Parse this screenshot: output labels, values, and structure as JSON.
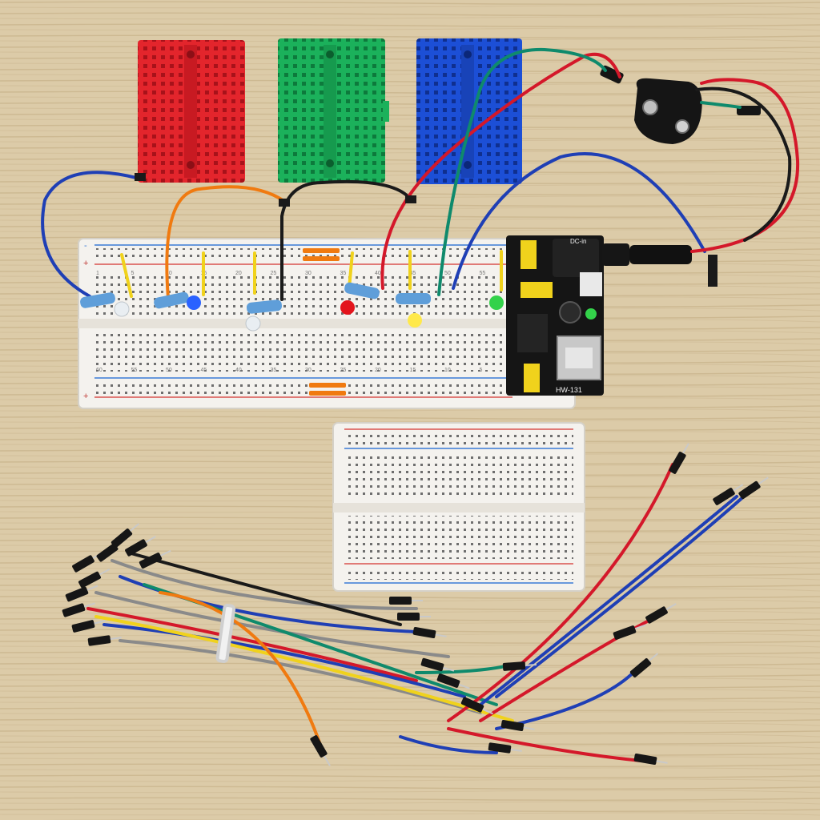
{
  "photo": {
    "colors": {
      "table": "#dccba8",
      "table_grain": "#c9b58f",
      "mini_red": "#e3252c",
      "mini_green": "#1bb15b",
      "mini_blue": "#1c4fd6",
      "breadboard": "#f4f2ee",
      "rail_red": "#d9534f",
      "rail_blue": "#3a7bd5",
      "module": "#151515",
      "wire_red": "#d4182a",
      "wire_blue": "#1f3fb5",
      "wire_green": "#0f8a6c",
      "wire_orange": "#f07a10",
      "wire_black": "#1a1a1a",
      "wire_gray": "#8a8a8a",
      "wire_yellow": "#f0d21c",
      "led_red": "#e3141c",
      "led_blue": "#2a62ff",
      "led_yellow": "#ffe94a",
      "led_green": "#33d24a",
      "led_clear": "#e9eef2",
      "resistor": "#5f9ed9"
    },
    "breadboard_labels": {
      "top_numbers": [
        "1",
        "5",
        "10",
        "15",
        "20",
        "25",
        "30",
        "35",
        "40",
        "45",
        "50",
        "55"
      ],
      "bottom_numbers": [
        "60",
        "55",
        "50",
        "45",
        "40",
        "35",
        "30",
        "25",
        "20",
        "15",
        "10",
        "5"
      ],
      "plus": "+",
      "minus": "-"
    },
    "power_module": {
      "model": "HW-131",
      "jack_label": "DC-in"
    },
    "battery_clip": {
      "icon": "battery-9v-snap-icon"
    }
  }
}
